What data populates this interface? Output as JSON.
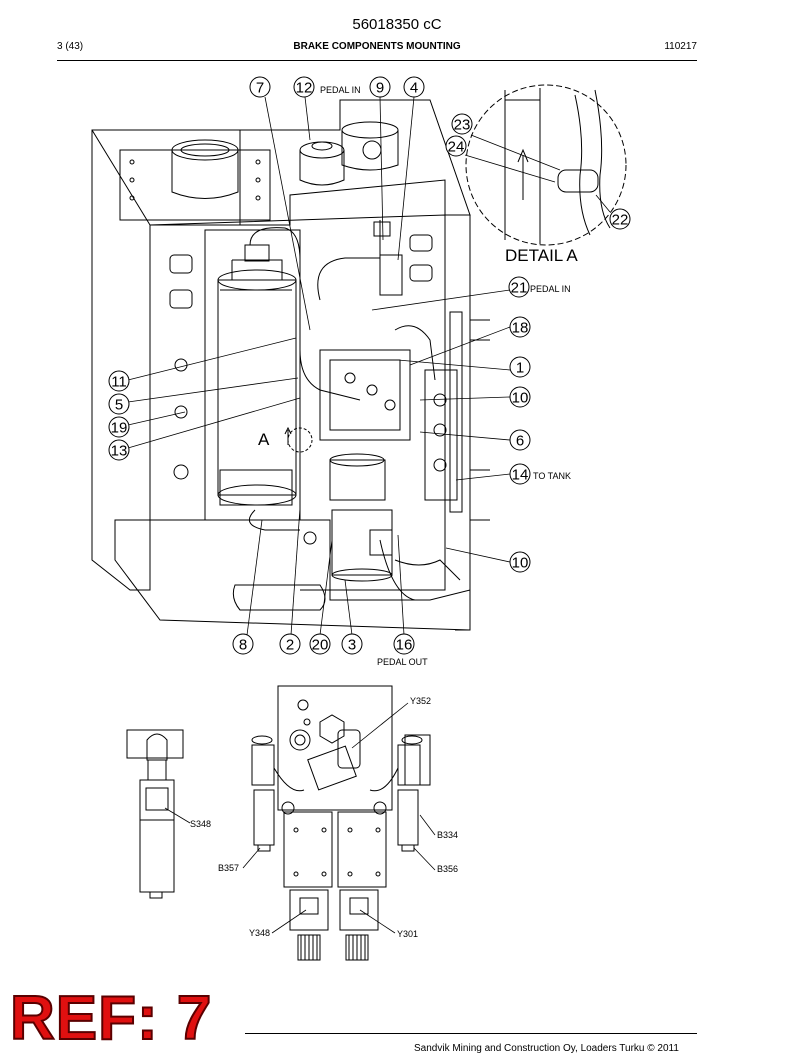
{
  "header": {
    "document_number": "56018350 cC",
    "page": "3 (43)",
    "title": "BRAKE COMPONENTS MOUNTING",
    "date_code": "110217"
  },
  "callouts": {
    "c7": "7",
    "c12": "12",
    "c9": "9",
    "c4": "4",
    "c23": "23",
    "c24": "24",
    "c22": "22",
    "c21": "21",
    "c18": "18",
    "c1": "1",
    "c10a": "10",
    "c6": "6",
    "c14": "14",
    "c10b": "10",
    "c11": "11",
    "c5": "5",
    "c19": "19",
    "c13": "13",
    "c8": "8",
    "c2": "2",
    "c20": "20",
    "c3": "3",
    "c16": "16"
  },
  "annotations": {
    "pedal_in_top": "PEDAL IN",
    "pedal_in_right": "PEDAL IN",
    "to_tank": "TO TANK",
    "pedal_out": "PEDAL OUT",
    "detail_title": "DETAIL A",
    "view_marker": "A"
  },
  "electrical_labels": {
    "y352": "Y352",
    "s348": "S348",
    "b334": "B334",
    "b357": "B357",
    "b356": "B356",
    "y348": "Y348",
    "y301": "Y301"
  },
  "footer": {
    "copyright": "Sandvik Mining and Construction Oy, Loaders Turku © 2011"
  },
  "stamp": {
    "text": "REF: 7",
    "color": "#e01010"
  }
}
